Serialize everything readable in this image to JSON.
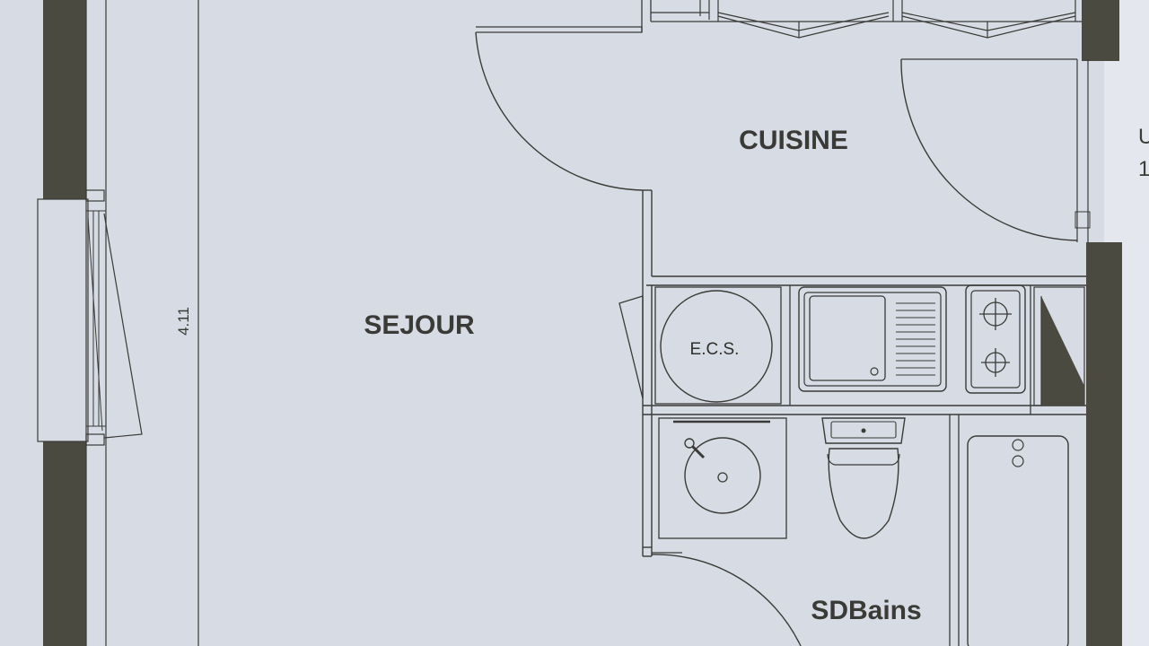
{
  "plan": {
    "rooms": {
      "sejour": "SEJOUR",
      "cuisine": "CUISINE",
      "sdbains": "SDBains"
    },
    "fixtures": {
      "water_heater": "E.C.S."
    },
    "dimensions": {
      "sejour_height": "4.11"
    },
    "cropped_text": {
      "right_edge_top": "U",
      "right_edge_bottom": "1"
    },
    "colors": {
      "paper": "#d7dce4",
      "wall": "#4a4a40",
      "line": "#3a3a36"
    }
  }
}
